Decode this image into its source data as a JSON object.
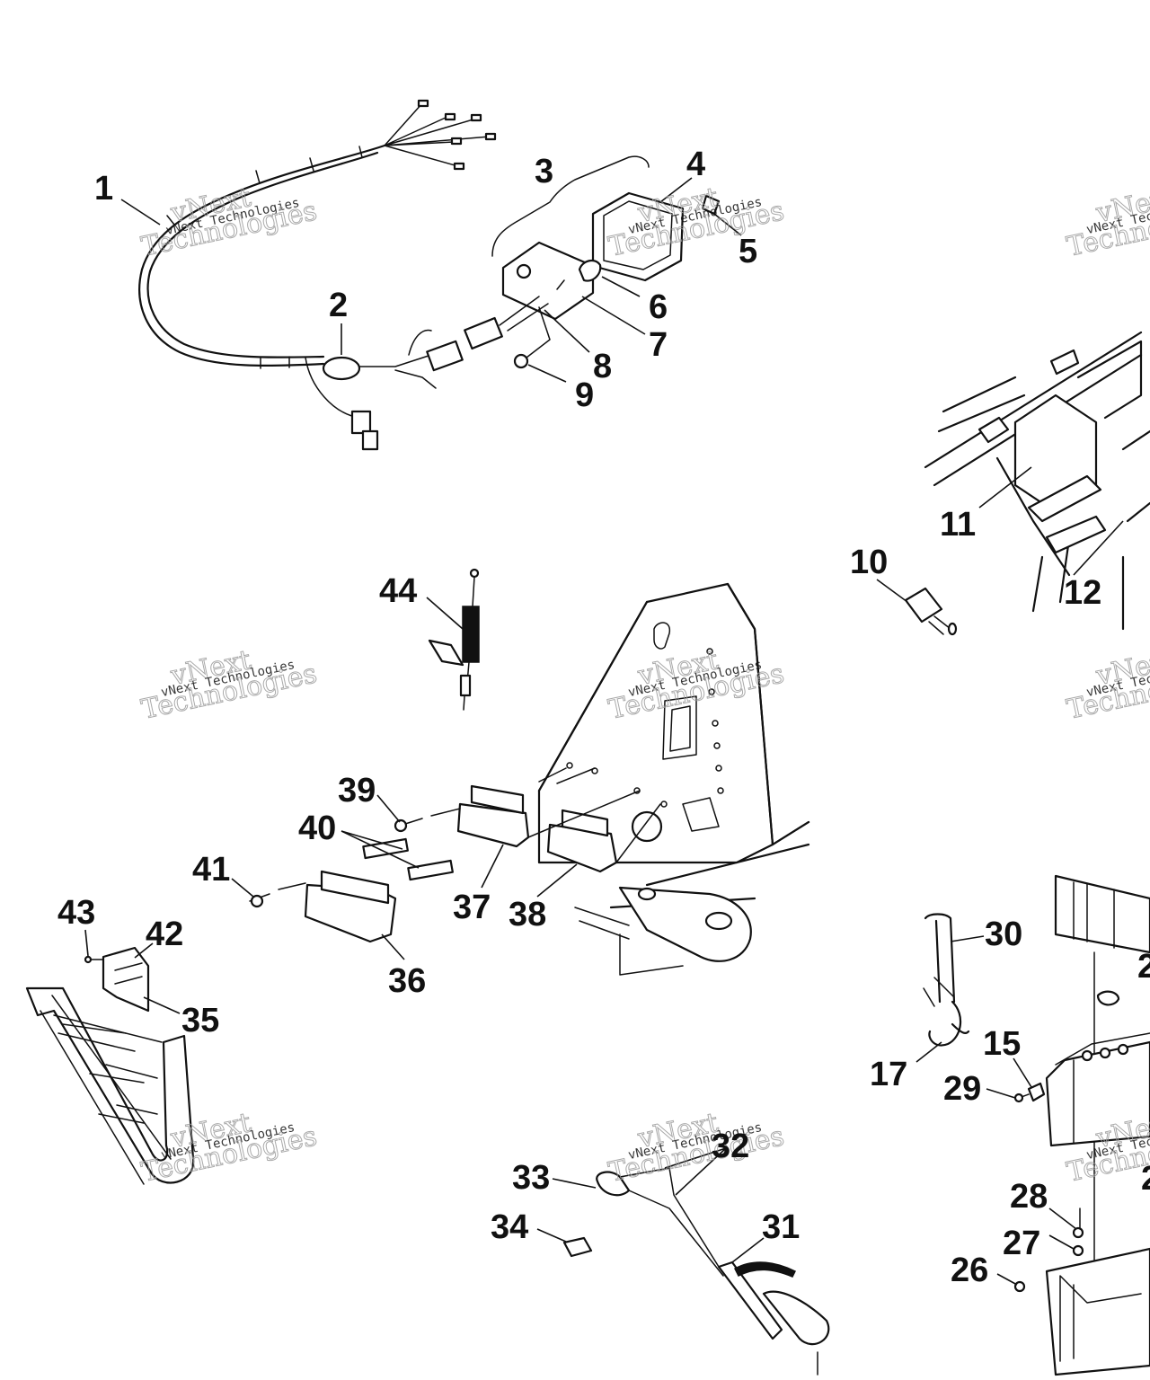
{
  "watermark": {
    "line1": "vNext",
    "line2": "vNext Technologies",
    "line3": "Technologies"
  },
  "callouts": [
    "1",
    "2",
    "3",
    "4",
    "5",
    "6",
    "7",
    "8",
    "9",
    "10",
    "11",
    "12",
    "15",
    "17",
    "26",
    "27",
    "28",
    "29",
    "30",
    "31",
    "32",
    "33",
    "34",
    "35",
    "36",
    "37",
    "38",
    "39",
    "40",
    "41",
    "42",
    "43",
    "44",
    "2",
    "2",
    "2"
  ]
}
